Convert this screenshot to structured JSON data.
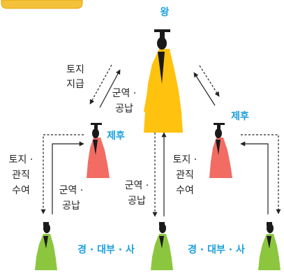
{
  "header_tab_color": "#f4c23a",
  "colors": {
    "king": "#ffc20e",
    "lord": "#f26c63",
    "noble": "#8cc63f",
    "dark": "#1a1a1a",
    "label": "#1aa0de"
  },
  "ranks": {
    "king": "왕",
    "lord_left": "제후",
    "lord_right": "제후",
    "noble_left": "경 · 대부 · 사",
    "noble_right": "경 · 대부 · 사"
  },
  "labels": {
    "land_grant": [
      "토지",
      "지급"
    ],
    "service_tribute_top": [
      "군역 ·",
      "공납"
    ],
    "land_office_left": [
      "토지 ·",
      "관직",
      "수여"
    ],
    "service_tribute_left": [
      "군역 ·",
      "공납"
    ],
    "service_tribute_mid": [
      "군역 ·",
      "공납"
    ],
    "land_office_right": [
      "토지 ·",
      "관직",
      "수여"
    ]
  }
}
